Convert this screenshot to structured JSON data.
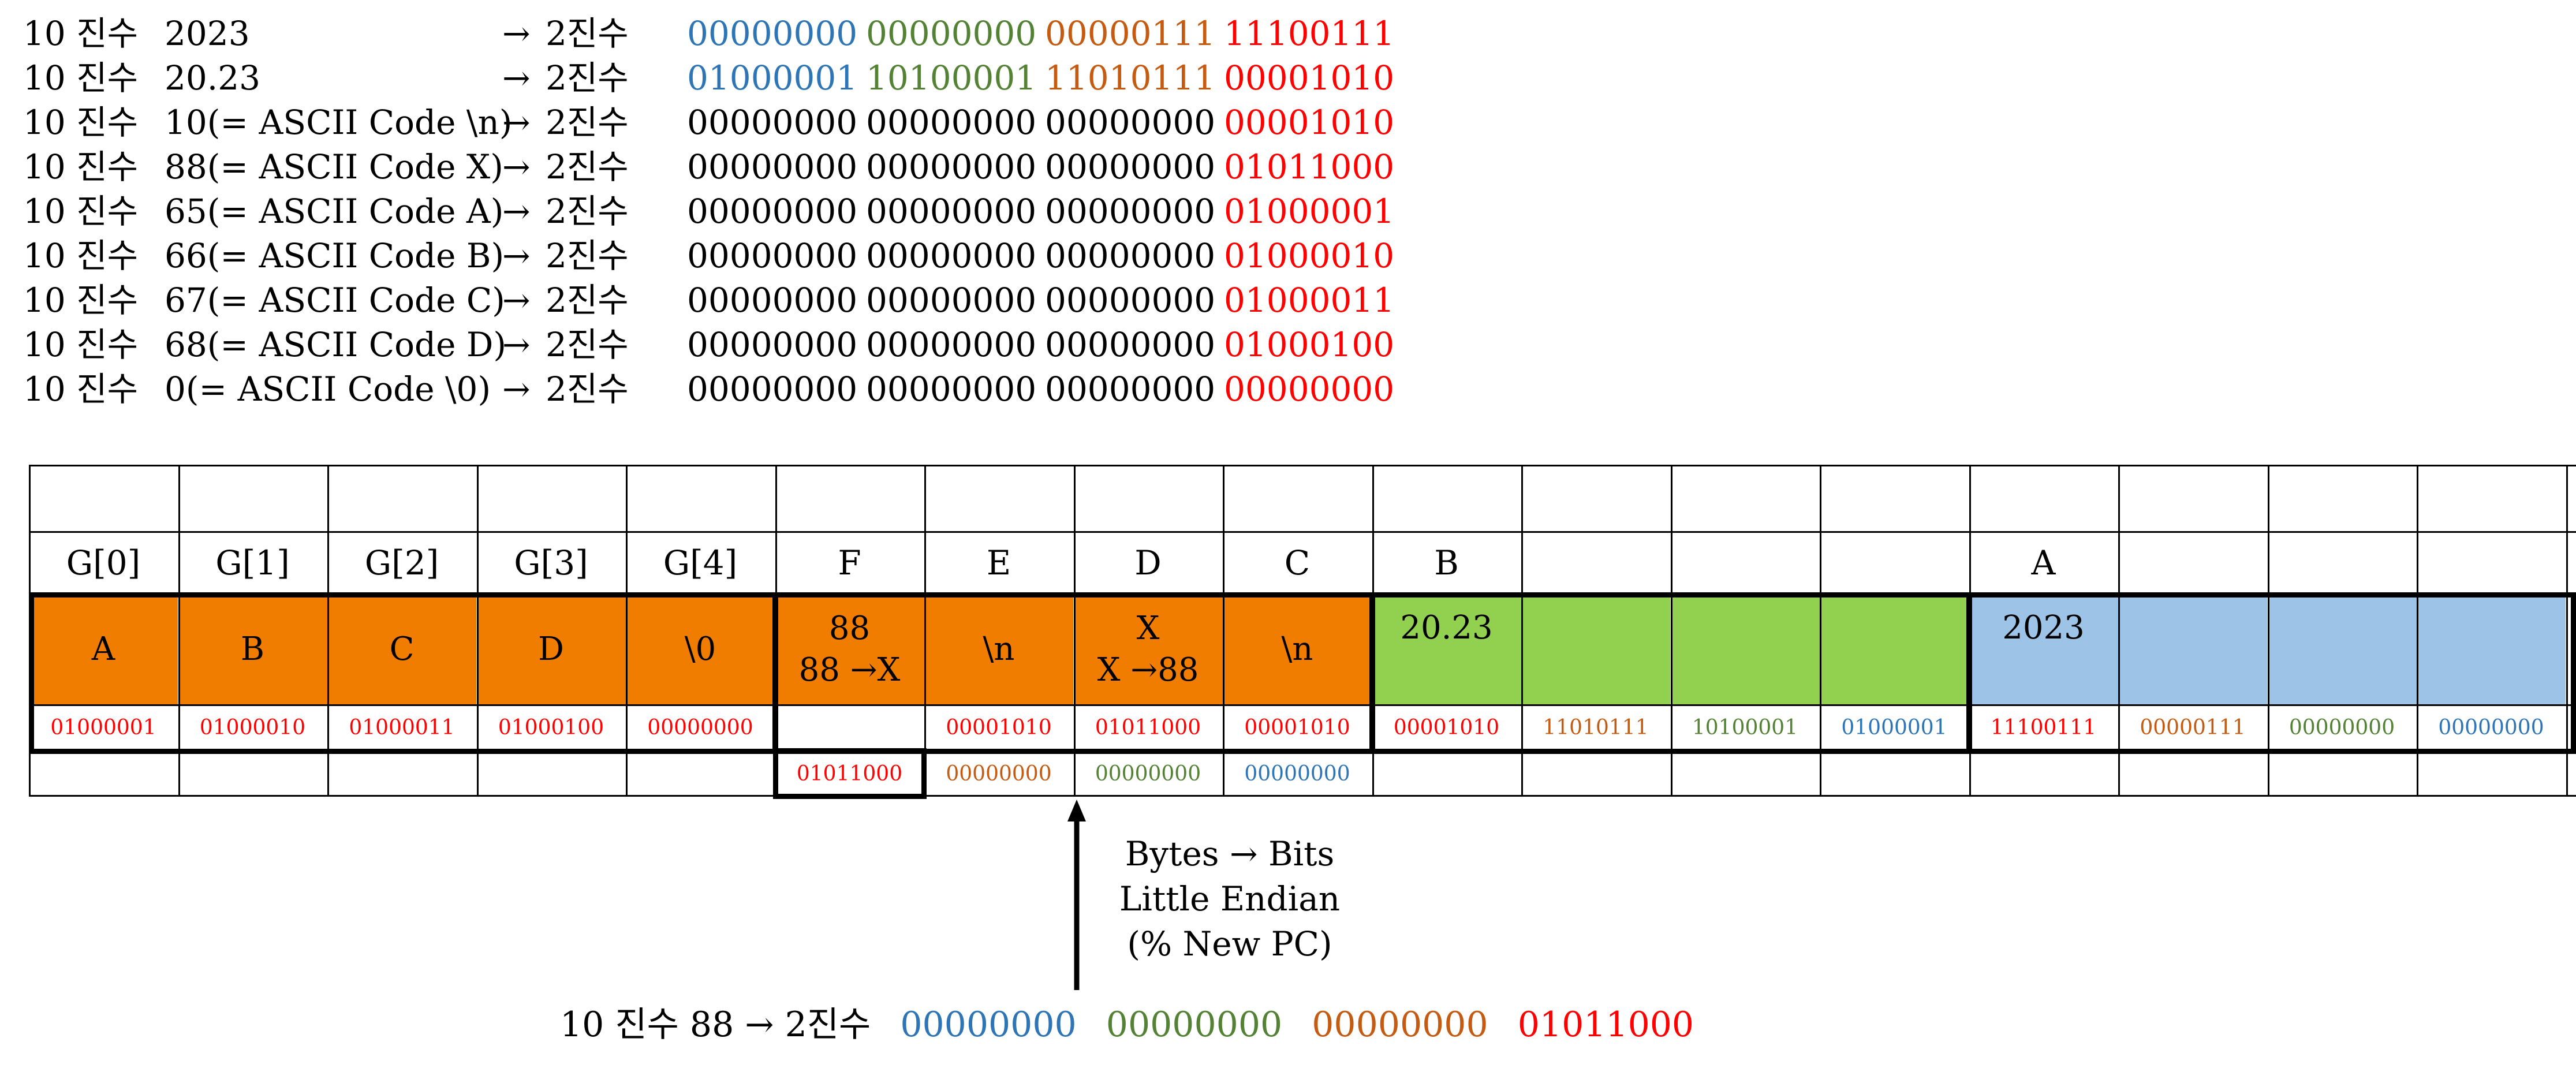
{
  "conversion_lines": [
    {
      "prefix": "10 진수",
      "decimal": "2023",
      "arrow": "→",
      "k2": "2진수",
      "bytes": [
        "00000000",
        "00000000",
        "00000111",
        "11100111"
      ],
      "colors": [
        "blue",
        "green",
        "orange",
        "red"
      ]
    },
    {
      "prefix": "10 진수",
      "decimal": "20.23",
      "arrow": "→",
      "k2": "2진수",
      "bytes": [
        "01000001",
        "10100001",
        "11010111",
        "00001010"
      ],
      "colors": [
        "blue",
        "green",
        "orange",
        "red"
      ]
    },
    {
      "prefix": "10 진수",
      "decimal": "10(= ASCII Code \\n)",
      "arrow": "→",
      "k2": "2진수",
      "bytes": [
        "00000000",
        "00000000",
        "00000000",
        "00001010"
      ],
      "colors": [
        "black",
        "black",
        "black",
        "red"
      ]
    },
    {
      "prefix": "10 진수",
      "decimal": "88(= ASCII Code X)",
      "arrow": "→",
      "k2": "2진수",
      "bytes": [
        "00000000",
        "00000000",
        "00000000",
        "01011000"
      ],
      "colors": [
        "black",
        "black",
        "black",
        "red"
      ]
    },
    {
      "prefix": "10 진수",
      "decimal": "65(= ASCII Code   A)",
      "arrow": "→",
      "k2": "2진수",
      "bytes": [
        "00000000",
        "00000000",
        "00000000",
        "01000001"
      ],
      "colors": [
        "black",
        "black",
        "black",
        "red"
      ]
    },
    {
      "prefix": "10 진수",
      "decimal": "66(= ASCII Code   B)",
      "arrow": "→",
      "k2": "2진수",
      "bytes": [
        "00000000",
        "00000000",
        "00000000",
        "01000010"
      ],
      "colors": [
        "black",
        "black",
        "black",
        "red"
      ]
    },
    {
      "prefix": "10 진수",
      "decimal": "67(= ASCII Code   C)",
      "arrow": "→",
      "k2": "2진수",
      "bytes": [
        "00000000",
        "00000000",
        "00000000",
        "01000011"
      ],
      "colors": [
        "black",
        "black",
        "black",
        "red"
      ]
    },
    {
      "prefix": "10 진수",
      "decimal": "68(= ASCII Code   D)",
      "arrow": "→",
      "k2": "2진수",
      "bytes": [
        "00000000",
        "00000000",
        "00000000",
        "01000100"
      ],
      "colors": [
        "black",
        "black",
        "black",
        "red"
      ]
    },
    {
      "prefix": "10 진수",
      "decimal": "  0(= ASCII Code  \\0)",
      "arrow": "→",
      "k2": "2진수",
      "bytes": [
        "00000000",
        "00000000",
        "00000000",
        "00000000"
      ],
      "colors": [
        "black",
        "black",
        "black",
        "red"
      ]
    }
  ],
  "table": {
    "headers": [
      "G[0]",
      "G[1]",
      "G[2]",
      "G[3]",
      "G[4]",
      "F",
      "E",
      "D",
      "C",
      "B",
      "",
      "",
      "",
      "A",
      "",
      "",
      ""
    ],
    "values": [
      [
        "A"
      ],
      [
        "B"
      ],
      [
        "C"
      ],
      [
        "D"
      ],
      [
        "\\0"
      ],
      [
        "88",
        "88 →X"
      ],
      [
        "\\n"
      ],
      [
        "X",
        "X →88"
      ],
      [
        "\\n"
      ],
      [
        "20.23"
      ],
      [
        ""
      ],
      [
        ""
      ],
      [
        ""
      ],
      [
        "2023"
      ],
      [
        ""
      ],
      [
        ""
      ],
      [
        ""
      ]
    ],
    "fills": [
      "orange",
      "orange",
      "orange",
      "orange",
      "orange",
      "orange",
      "orange",
      "orange",
      "orange",
      "green",
      "green",
      "green",
      "green",
      "blue",
      "blue",
      "blue",
      "blue"
    ],
    "bits": [
      "01000001",
      "01000010",
      "01000011",
      "01000100",
      "00000000",
      "",
      "00001010",
      "01011000",
      "00001010",
      "00001010",
      "11010111",
      "10100001",
      "01000001",
      "11100111",
      "00000111",
      "00000000",
      "00000000"
    ],
    "bits_colors": [
      "red",
      "red",
      "red",
      "red",
      "red",
      "red",
      "red",
      "red",
      "red",
      "red",
      "orange",
      "green",
      "blue",
      "red",
      "orange",
      "green",
      "blue"
    ],
    "bits2": [
      "",
      "",
      "",
      "",
      "",
      "01011000",
      "00000000",
      "00000000",
      "00000000",
      "",
      "",
      "",
      "",
      "",
      "",
      "",
      ""
    ],
    "bits2_colors": [
      "black",
      "black",
      "black",
      "black",
      "black",
      "red",
      "orange",
      "green",
      "blue",
      "black",
      "black",
      "black",
      "black",
      "black",
      "black",
      "black",
      "black"
    ]
  },
  "annotation": {
    "lines": [
      "Bytes → Bits",
      "Little Endian",
      "(% New PC)"
    ]
  },
  "bottom_line": {
    "prefix": "10 진수 88 → 2진수",
    "bytes": [
      "00000000",
      "00000000",
      "00000000",
      "01011000"
    ],
    "colors": [
      "blue",
      "green",
      "orange",
      "red"
    ]
  },
  "colors": {
    "blue": "#2e75b6",
    "green": "#548235",
    "orange": "#c55a11",
    "red": "#ff0000",
    "fill_orange": "#f07c00",
    "fill_green": "#92d050",
    "fill_blue": "#9dc3e6"
  }
}
